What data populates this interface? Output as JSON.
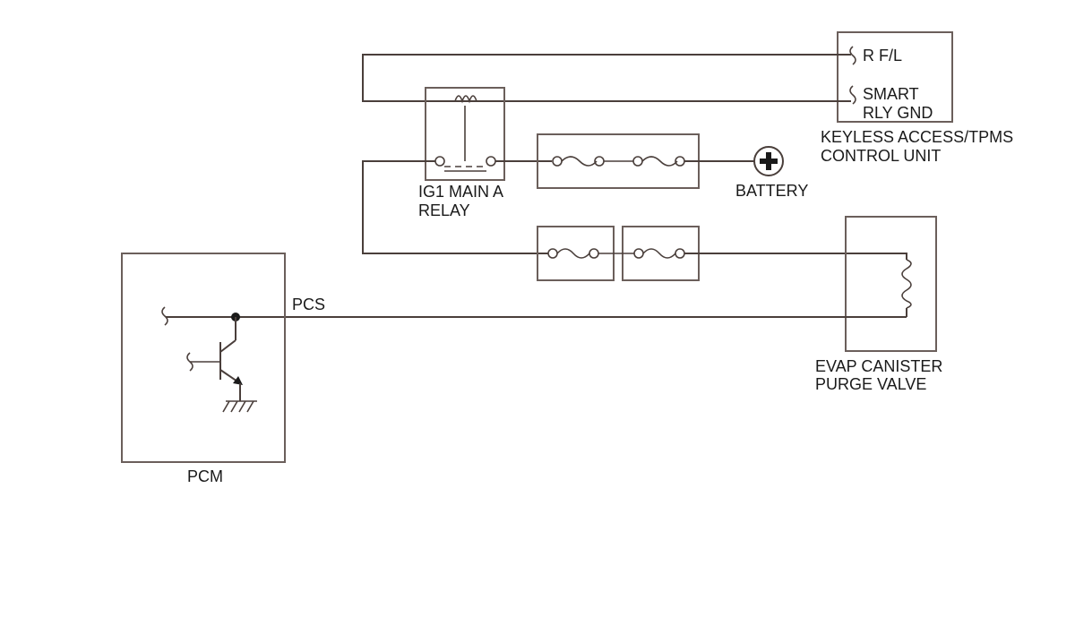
{
  "diagram": {
    "components": {
      "keyless_unit": {
        "name_line1": "KEYLESS ACCESS/TPMS",
        "name_line2": "CONTROL UNIT",
        "pin_rfl": "R F/L",
        "pin_smart_line1": "SMART",
        "pin_smart_line2": "RLY GND"
      },
      "relay": {
        "name_line1": "IG1 MAIN A",
        "name_line2": "RELAY"
      },
      "battery": {
        "name": "BATTERY",
        "symbol": "plus-terminal-icon"
      },
      "pcm": {
        "name": "PCM",
        "pin_pcs": "PCS"
      },
      "purge_valve": {
        "name_line1": "EVAP CANISTER",
        "name_line2": "PURGE VALVE"
      }
    },
    "colors": {
      "wire": "#4a3f3b",
      "box": "#6b5f5b",
      "text": "#1a1a1a"
    }
  }
}
